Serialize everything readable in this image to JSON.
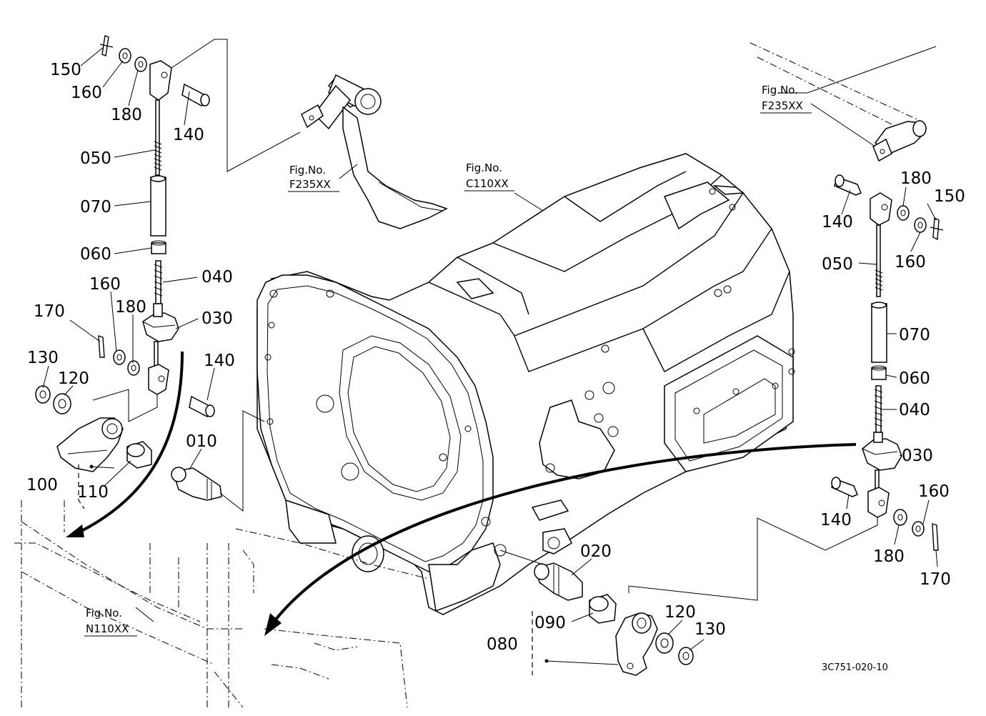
{
  "diagram_code": "3C751-020-10",
  "fig_refs": [
    {
      "line1": "Fig.No.",
      "line2": "F235XX"
    },
    {
      "line1": "Fig.No.",
      "line2": "C110XX"
    },
    {
      "line1": "Fig.No.",
      "line2": "F235XX"
    },
    {
      "line1": "Fig.No.",
      "line2": "N110XX"
    }
  ],
  "labels": {
    "l150a": "150",
    "l160a": "160",
    "l180a": "180",
    "l140a": "140",
    "l050a": "050",
    "l070a": "070",
    "l060a": "060",
    "l040a": "040",
    "l030a": "030",
    "l160b": "160",
    "l180b": "180",
    "l170a": "170",
    "l140b": "140",
    "l130a": "130",
    "l120a": "120",
    "l010": "010",
    "l100": "100",
    "l110": "110",
    "l180c": "180",
    "l150b": "150",
    "l140c": "140",
    "l160c": "160",
    "l050b": "050",
    "l070b": "070",
    "l060b": "060",
    "l040b": "040",
    "l030b": "030",
    "l140d": "140",
    "l160d": "160",
    "l180d": "180",
    "l170b": "170",
    "l020": "020",
    "l090": "090",
    "l080": "080",
    "l120b": "120",
    "l130b": "130"
  }
}
